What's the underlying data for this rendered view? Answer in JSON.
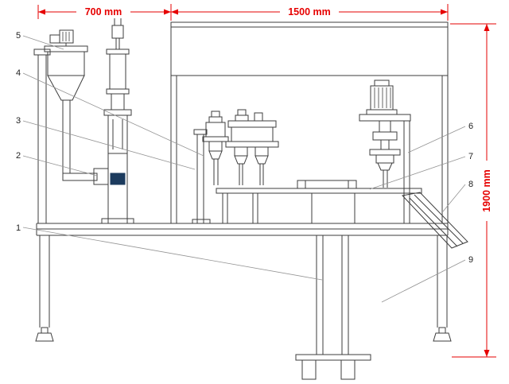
{
  "diagram": {
    "dimensions": {
      "top_left": "700 mm",
      "top_right": "1500 mm",
      "right": "1900 mm"
    },
    "part_labels": [
      "1",
      "2",
      "3",
      "4",
      "5",
      "6",
      "7",
      "8",
      "9"
    ],
    "colors": {
      "dimension_red": "#e60000",
      "drawing_line": "#3d3d3d",
      "label_text": "#222222",
      "dark_fill": "#1c3b5e"
    }
  }
}
